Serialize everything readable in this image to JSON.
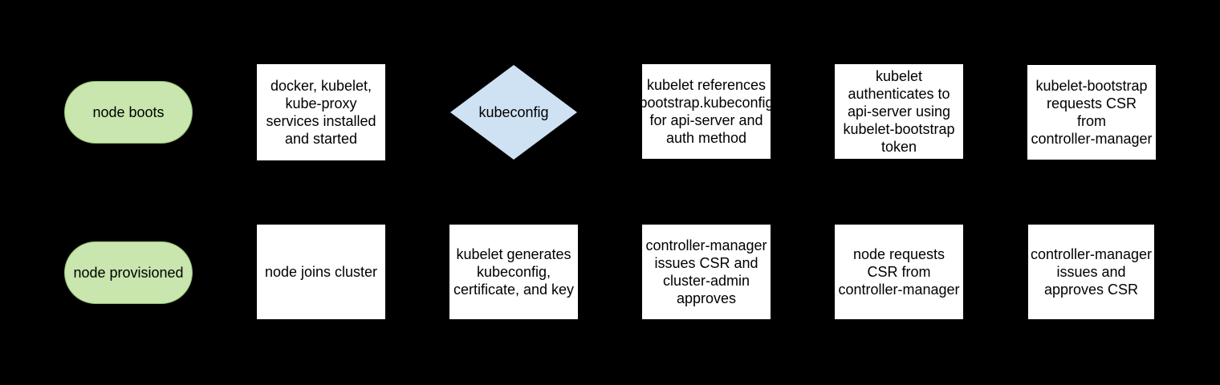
{
  "diagram": {
    "description": "kubelet TLS bootstrap flowchart",
    "colors": {
      "page_background": "#000000",
      "terminator_fill": "#c8e6ad",
      "terminator_border": "#8fbc6f",
      "process_fill": "#ffffff",
      "decision_fill": "#cfe2f3",
      "text_color": "#000000"
    },
    "nodes": {
      "node_boots": {
        "type": "terminator",
        "label": "node boots"
      },
      "services_installed": {
        "type": "process",
        "label": "docker, kubelet,\nkube-proxy\nservices installed\nand started"
      },
      "kubeconfig_decision": {
        "type": "decision",
        "label": "kubeconfig"
      },
      "kubelet_references": {
        "type": "process",
        "label": "kubelet references\nbootstrap.kubeconfig\nfor api-server and\nauth method"
      },
      "kubelet_authenticates": {
        "type": "process",
        "label": "kubelet\nauthenticates to\napi-server using\nkubelet-bootstrap\ntoken"
      },
      "kubelet_bootstrap_requests": {
        "type": "process",
        "label": "kubelet-bootstrap\nrequests CSR\nfrom\ncontroller-manager"
      },
      "node_provisioned": {
        "type": "terminator",
        "label": "node provisioned"
      },
      "node_joins_cluster": {
        "type": "process",
        "label": "node joins cluster"
      },
      "kubelet_generates": {
        "type": "process",
        "label": "kubelet generates\nkubeconfig,\ncertificate, and key"
      },
      "cm_issues_csr_admin_approves": {
        "type": "process",
        "label": "controller-manager\nissues CSR and\ncluster-admin\napproves"
      },
      "node_requests_csr": {
        "type": "process",
        "label": "node requests\nCSR from\ncontroller-manager"
      },
      "cm_issues_and_approves": {
        "type": "process",
        "label": "controller-manager\nissues and\napproves CSR"
      }
    }
  }
}
